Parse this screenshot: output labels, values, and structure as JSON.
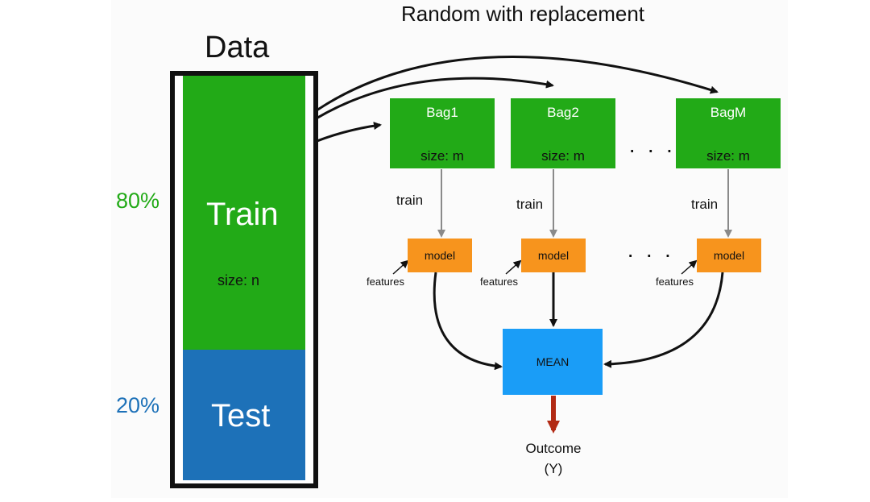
{
  "diagram": {
    "top_label": "Random with replacement",
    "data_title": "Data",
    "train": {
      "label": "Train",
      "percent": "80%",
      "size": "size: n",
      "color": "#22aa17"
    },
    "test": {
      "label": "Test",
      "percent": "20%",
      "color": "#1d71b8"
    },
    "bags": [
      {
        "name": "Bag1",
        "size": "size: m"
      },
      {
        "name": "Bag2",
        "size": "size: m"
      },
      {
        "name": "BagM",
        "size": "size: m"
      }
    ],
    "ellipsis": "· · ·",
    "train_edge_label": "train",
    "model_label": "model",
    "features_label": "features",
    "mean_label": "MEAN",
    "outcome_line1": "Outcome",
    "outcome_line2": "(Y)",
    "colors": {
      "model": "#f7941d",
      "mean": "#1a9df7",
      "outcome_arrow": "#b22a14"
    }
  }
}
